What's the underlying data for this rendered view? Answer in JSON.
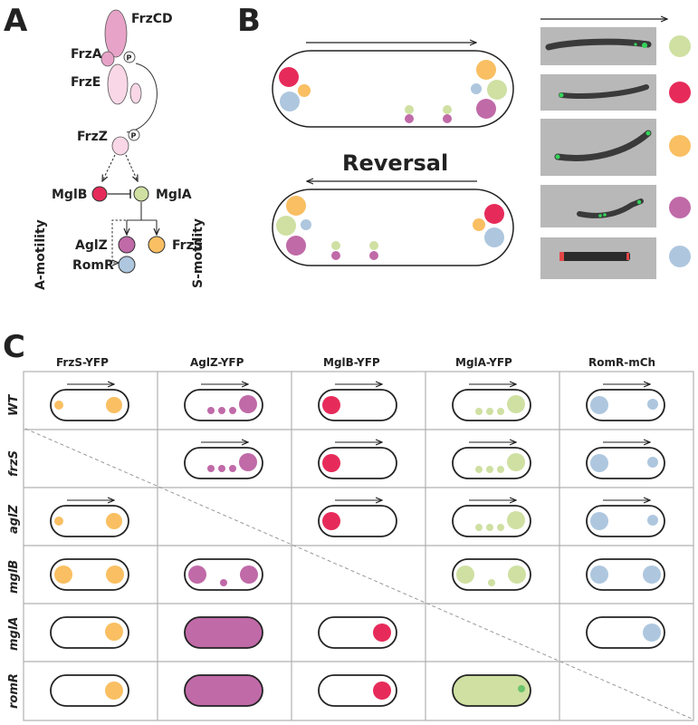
{
  "panels": {
    "a": "A",
    "b": "B",
    "c": "C"
  },
  "colors": {
    "frzcd": "#e7a3c8",
    "frz_light": "#f9d7e6",
    "mglb": "#e62b5a",
    "mgla": "#cfe0a2",
    "aglz": "#c06aa8",
    "frzs": "#f9bf62",
    "romr": "#aec7df",
    "green_dot": "#6bc46b"
  },
  "panel_a": {
    "frzcd": "FrzCD",
    "frza": "FrzA",
    "frze": "FrzE",
    "frzz": "FrzZ",
    "mglb": "MglB",
    "mgla": "MglA",
    "aglz": "AglZ",
    "frzs": "FrzS",
    "romr": "RomR",
    "a_motility": "A-motility",
    "s_motility": "S-motility",
    "phospho": "P"
  },
  "panel_b": {
    "reversal": "Reversal"
  },
  "panel_c": {
    "columns": [
      "FrzS-YFP",
      "AglZ-YFP",
      "MglB-YFP",
      "MglA-YFP",
      "RomR-mCh"
    ],
    "rows": [
      "WT",
      "frzS",
      "aglZ",
      "mglB",
      "mglA",
      "romR"
    ]
  }
}
